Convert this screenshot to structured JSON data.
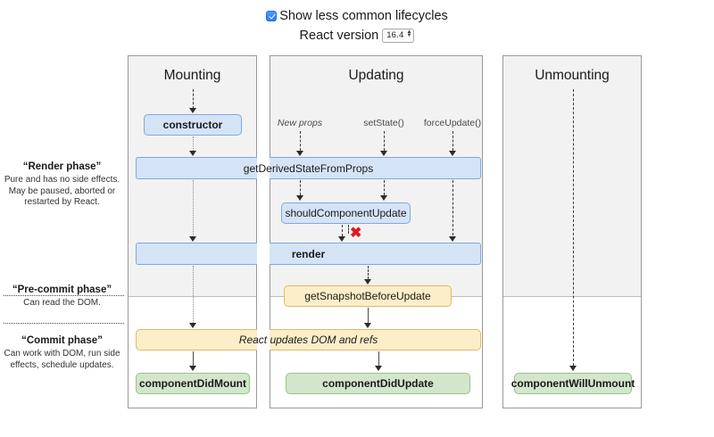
{
  "controls": {
    "checkbox_label": "Show less common lifecycles",
    "checkbox_checked": "true",
    "version_label": "React version",
    "version_value": "16.4",
    "stepper_up": "▲",
    "stepper_down": "▼"
  },
  "columns": [
    {
      "id": "mounting",
      "title": "Mounting"
    },
    {
      "id": "updating",
      "title": "Updating"
    },
    {
      "id": "unmounting",
      "title": "Unmounting"
    }
  ],
  "phases": [
    {
      "title": "“Render phase”",
      "desc": "Pure and has no side effects. May be paused, aborted or restarted by React."
    },
    {
      "title": "“Pre-commit phase”",
      "desc": "Can read the DOM."
    },
    {
      "title": "“Commit phase”",
      "desc": "Can work with DOM, run side effects, schedule updates."
    }
  ],
  "triggers": [
    {
      "label": "New props"
    },
    {
      "label": "setState()"
    },
    {
      "label": "forceUpdate()"
    }
  ],
  "nodes": {
    "constructor": "constructor",
    "get_derived_state_from_props": "getDerivedStateFromProps",
    "should_component_update": "shouldComponentUpdate",
    "render": "render",
    "get_snapshot_before_update": "getSnapshotBeforeUpdate",
    "react_updates_dom": "React updates DOM and refs",
    "component_did_mount": "componentDidMount",
    "component_did_update": "componentDidUpdate",
    "component_will_unmount": "componentWillUnmount"
  },
  "markers": {
    "skip_x": "✖"
  },
  "colors": {
    "render_phase_box": "#d5e3f7",
    "commit_box": "#fceec8",
    "lifecycle_box": "#d3e6cb",
    "skip_marker": "#e01b1b",
    "shade": "#f2f2f2"
  }
}
